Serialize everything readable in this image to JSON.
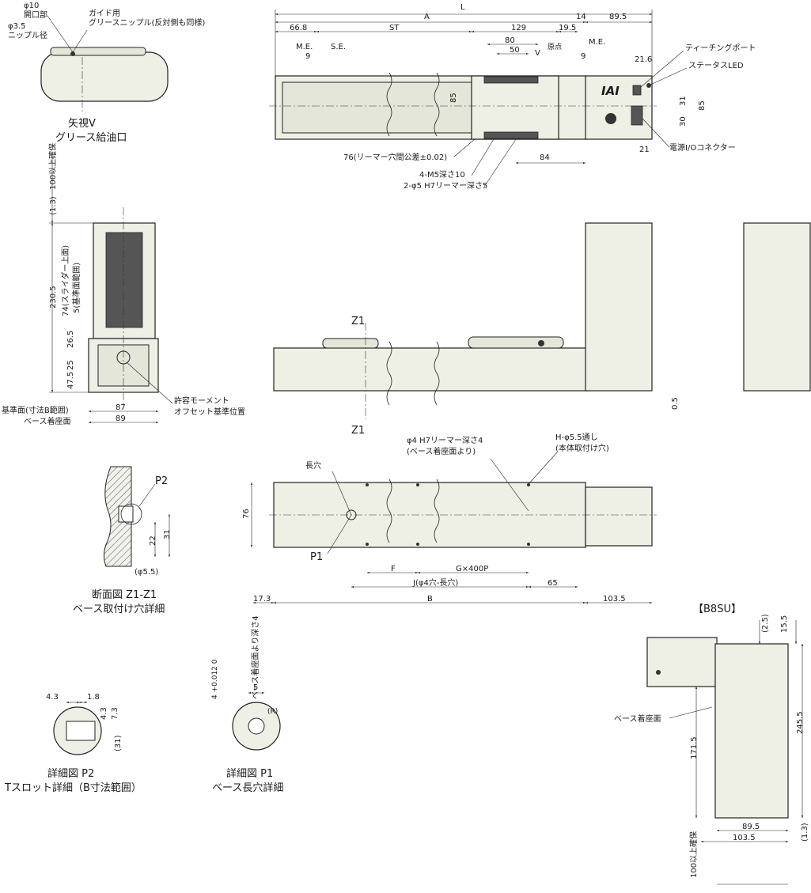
{
  "diagram": {
    "top_view": {
      "dims": {
        "L": "L",
        "A": "A",
        "ST": "ST",
        "d66": "66.8",
        "d129": "129",
        "d14": "14",
        "d895": "89.5",
        "d80": "80",
        "d50": "50",
        "d195": "19.5",
        "me1": "M.E.",
        "se": "S.E.",
        "me2": "M.E.",
        "d9a": "9",
        "d9b": "9",
        "origin": "原点",
        "d216": "21.6",
        "d85a": "85",
        "d85b": "85",
        "d31": "31",
        "d30": "30",
        "d21": "21",
        "d84": "84",
        "v": "V",
        "logo": "IAI"
      },
      "callouts": {
        "teaching": "ティーチングポート",
        "status_led": "ステータスLED",
        "power_io": "電源I/Oコネクター",
        "reamer_pitch": "76(リーマー穴間公差±0.02)",
        "m5": "4-M5深さ10",
        "reamer5": "2-φ5 H7リーマー深さ5"
      }
    },
    "grease_view": {
      "phi10": "φ10",
      "opening": "開口部",
      "phi35": "φ3.5",
      "nipple": "ニップル径",
      "guide1": "ガイド用",
      "guide2": "グリースニップル(反対側も同様)",
      "caption1": "矢視V",
      "caption2": "グリース給油口"
    },
    "end_view": {
      "clearance": "100以上確保",
      "d13": "(1.3)",
      "d2305": "230.5",
      "slider_top": "74(スライダー上面)",
      "ref_range": "5(基準面範囲)",
      "d265": "26.5",
      "d25": "25",
      "d475": "47.5",
      "d87": "87",
      "d89": "89",
      "ref_face": "基準面(寸法B範囲)",
      "base_face": "ベース着座面",
      "moment1": "許容モーメント",
      "moment2": "オフセット基準位置"
    },
    "side_view": {
      "z1_top": "Z1",
      "z1_bottom": "Z1",
      "d05": "0.5"
    },
    "bottom_view": {
      "slot": "長穴",
      "reamer1": "φ4 H7リーマー深さ4",
      "reamer2": "(ベース着座面より)",
      "holes1": "H-φ5.5通し",
      "holes2": "(本体取付け穴)",
      "p1": "P1",
      "d76": "76",
      "F": "F",
      "G": "G×400P",
      "J": "J(φ4穴-長穴)",
      "d65": "65",
      "d173": "17.3",
      "B": "B",
      "d1035": "103.5"
    },
    "section_z1": {
      "p2": "P2",
      "d22": "22",
      "d31": "31",
      "d55": "(φ5.5)",
      "caption1": "断面図 Z1-Z1",
      "caption2": "ベース取付け穴詳細"
    },
    "detail_p2": {
      "d43a": "4.3",
      "d18": "1.8",
      "d43b": "4.3",
      "d73": "7.3",
      "d31": "(31)",
      "caption1": "詳細図 P2",
      "caption2": "Tスロット詳細（B寸法範囲）"
    },
    "detail_p1": {
      "d5": "5",
      "tol": "4 +0.012 0",
      "depth": "ベース着座面より深さ4",
      "r": "(R)",
      "caption1": "詳細図 P1",
      "caption2": "ベース長穴詳細"
    },
    "b8su": {
      "title": "【B8SU】",
      "d25": "(2.5)",
      "d155": "15.5",
      "base_face": "ベース着座面",
      "d1715": "171.5",
      "d2455": "245.5",
      "d895": "89.5",
      "d1035": "103.5",
      "d13": "(1.3)",
      "clearance": "100以上確保"
    }
  }
}
